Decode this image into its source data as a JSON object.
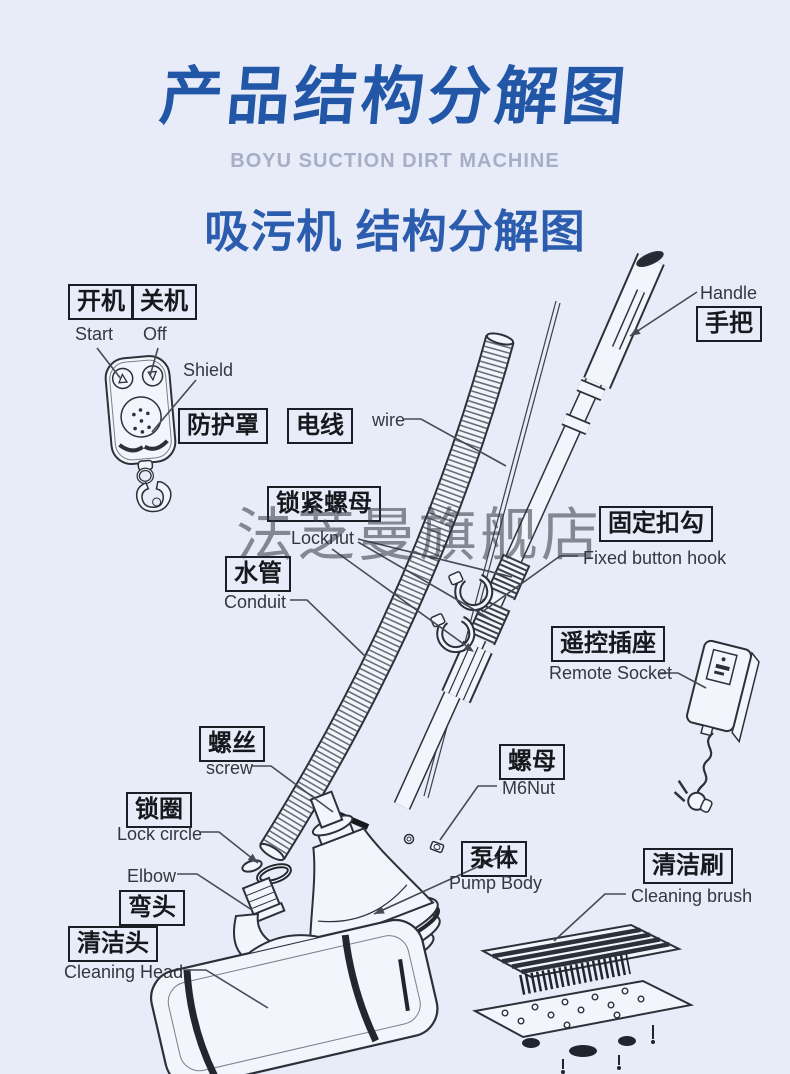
{
  "header": {
    "title": "产品结构分解图",
    "subtitle": "BOYU SUCTION DIRT MACHINE",
    "section_title": "吸污机 结构分解图"
  },
  "watermark": "法芝曼旗舰店",
  "colors": {
    "background": "#e8ecf8",
    "title_blue": "#2257a8",
    "subtitle_gray": "#a6afc6",
    "section_blue": "#2b5cad",
    "label_ink": "#1b1e24",
    "line_art_ink": "#2c3039"
  },
  "labels": {
    "start": {
      "zh": "开机",
      "en": "Start"
    },
    "off": {
      "zh": "关机",
      "en": "Off"
    },
    "shield": {
      "zh": "防护罩",
      "en": "Shield"
    },
    "wire": {
      "zh": "电线",
      "en": "wire"
    },
    "locknut": {
      "zh": "锁紧螺母",
      "en": "Locknut"
    },
    "conduit": {
      "zh": "水管",
      "en": "Conduit"
    },
    "fixed_hook": {
      "zh": "固定扣勾",
      "en": "Fixed button hook"
    },
    "remote_socket": {
      "zh": "遥控插座",
      "en": "Remote Socket"
    },
    "handle": {
      "zh": "手把",
      "en": "Handle"
    },
    "screw": {
      "zh": "螺丝",
      "en": "screw"
    },
    "lock_circle": {
      "zh": "锁圈",
      "en": "Lock circle"
    },
    "elbow": {
      "zh": "弯头",
      "en": "Elbow"
    },
    "cleaning_head": {
      "zh": "清洁头",
      "en": "Cleaning Head"
    },
    "m6_nut": {
      "zh": "螺母",
      "en": "M6Nut"
    },
    "pump_body": {
      "zh": "泵体",
      "en": "Pump Body"
    },
    "cleaning_brush": {
      "zh": "清洁刷",
      "en": "Cleaning brush"
    }
  }
}
